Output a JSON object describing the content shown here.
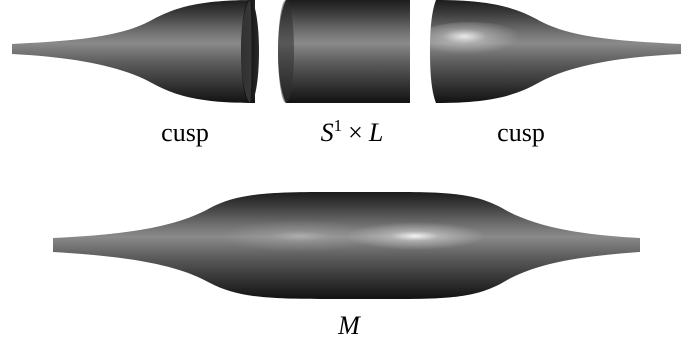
{
  "labels": {
    "left_cusp": "cusp",
    "middle": {
      "base": "S",
      "superscript": "1",
      "operator": "×",
      "factor": "L"
    },
    "right_cusp": "cusp",
    "bottom": "M"
  }
}
